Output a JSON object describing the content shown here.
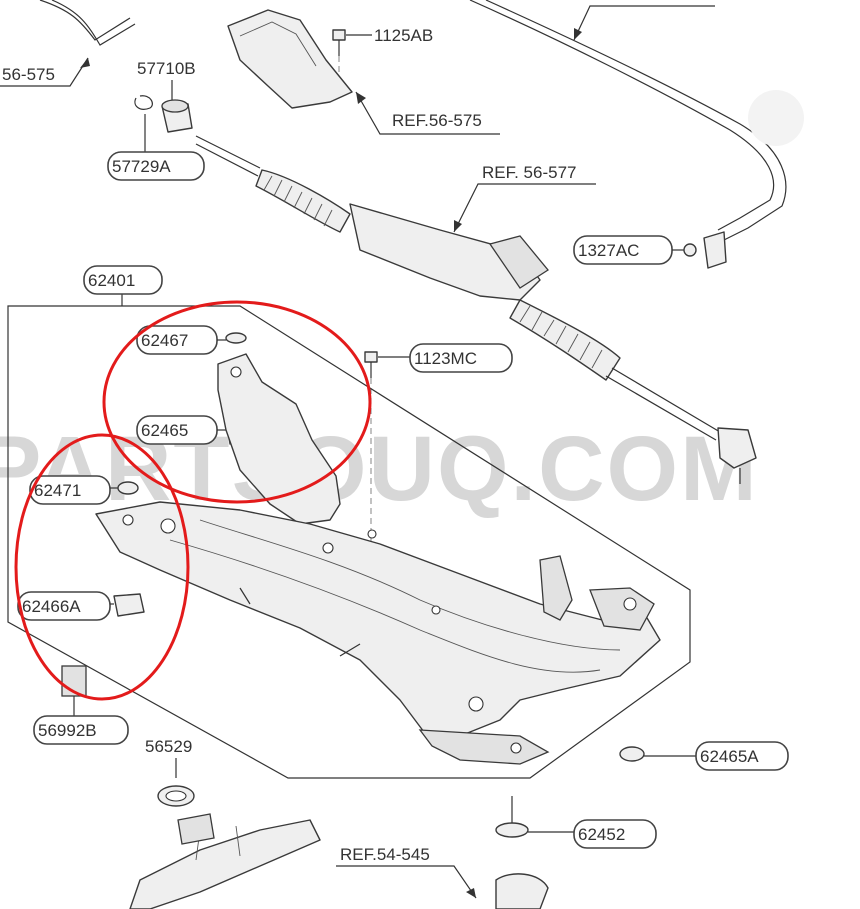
{
  "watermark": "PARTSOUQ.COM",
  "labels": {
    "ref_56_575_top": "56-575",
    "p57710B": "57710B",
    "p57729A": "57729A",
    "p1125AB": "1125AB",
    "ref_56_575": "REF.56-575",
    "ref_56_577": "REF. 56-577",
    "p1327AC": "1327AC",
    "p62401": "62401",
    "p62467": "62467",
    "p1123MC": "1123MC",
    "p62465": "62465",
    "p62471": "62471",
    "p62466A": "62466A",
    "p56992B": "56992B",
    "p56529": "56529",
    "p62465A": "62465A",
    "p62452": "62452",
    "ref_54_545": "REF.54-545"
  },
  "highlight_color": "#e31b1b"
}
